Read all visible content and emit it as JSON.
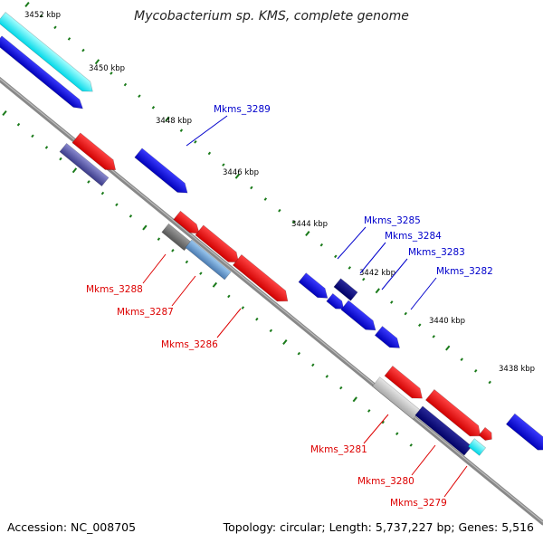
{
  "header": {
    "title": "Mycobacterium sp. KMS, complete genome"
  },
  "footer": {
    "accession": "Accession: NC_008705",
    "summary": "Topology: circular; Length: 5,737,227 bp; Genes: 5,516"
  },
  "ruler": {
    "ticks": [
      {
        "label": "3452 kbp"
      },
      {
        "label": "3450 kbp"
      },
      {
        "label": "3448 kbp"
      },
      {
        "label": "3446 kbp"
      },
      {
        "label": "3444 kbp"
      },
      {
        "label": "3442 kbp"
      },
      {
        "label": "3440 kbp"
      },
      {
        "label": "3438 kbp"
      }
    ]
  },
  "genes": [
    {
      "label": "Mkms_3289",
      "color": "#0000cc"
    },
    {
      "label": "Mkms_3288",
      "color": "#dd0000"
    },
    {
      "label": "Mkms_3287",
      "color": "#dd0000"
    },
    {
      "label": "Mkms_3286",
      "color": "#dd0000"
    },
    {
      "label": "Mkms_3285",
      "color": "#0000cc"
    },
    {
      "label": "Mkms_3284",
      "color": "#0000cc"
    },
    {
      "label": "Mkms_3283",
      "color": "#0000cc"
    },
    {
      "label": "Mkms_3282",
      "color": "#0000cc"
    },
    {
      "label": "Mkms_3281",
      "color": "#dd0000"
    },
    {
      "label": "Mkms_3280",
      "color": "#dd0000"
    },
    {
      "label": "Mkms_3279",
      "color": "#dd0000"
    }
  ],
  "colors": {
    "forward_strand": "#0000cc",
    "reverse_strand": "#dd0000",
    "backbone": "#888888",
    "tick_marks": "#1a7a1a"
  }
}
